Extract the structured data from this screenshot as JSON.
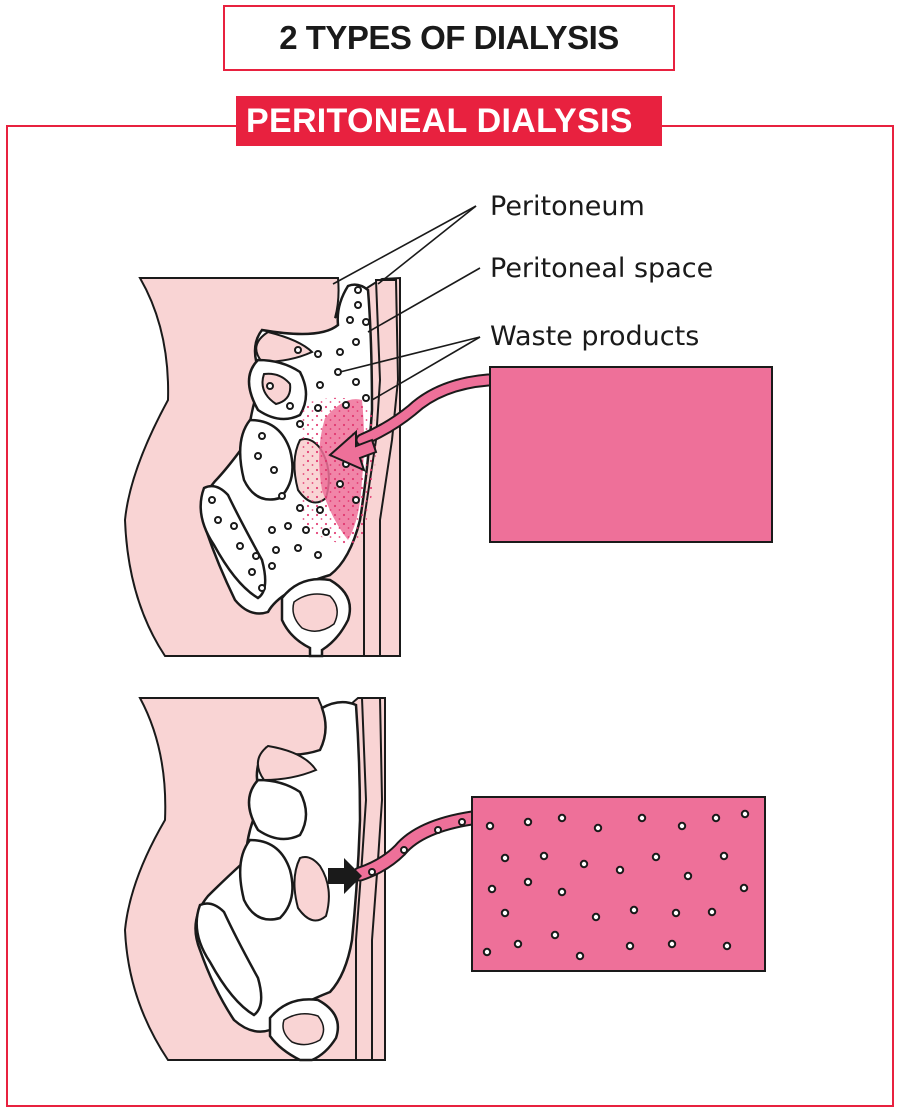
{
  "title": "2 TYPES OF DIALYSIS",
  "section": "PERITONEAL DIALYSIS",
  "labels": {
    "peritoneum": "Peritoneum",
    "peritoneal_space": "Peritoneal space",
    "waste_products": "Waste products"
  },
  "colors": {
    "accent_red": "#e8213f",
    "dialysate_pink": "#ee7099",
    "skin_pink": "#f9d4d4",
    "outline": "#1a1a1a"
  }
}
